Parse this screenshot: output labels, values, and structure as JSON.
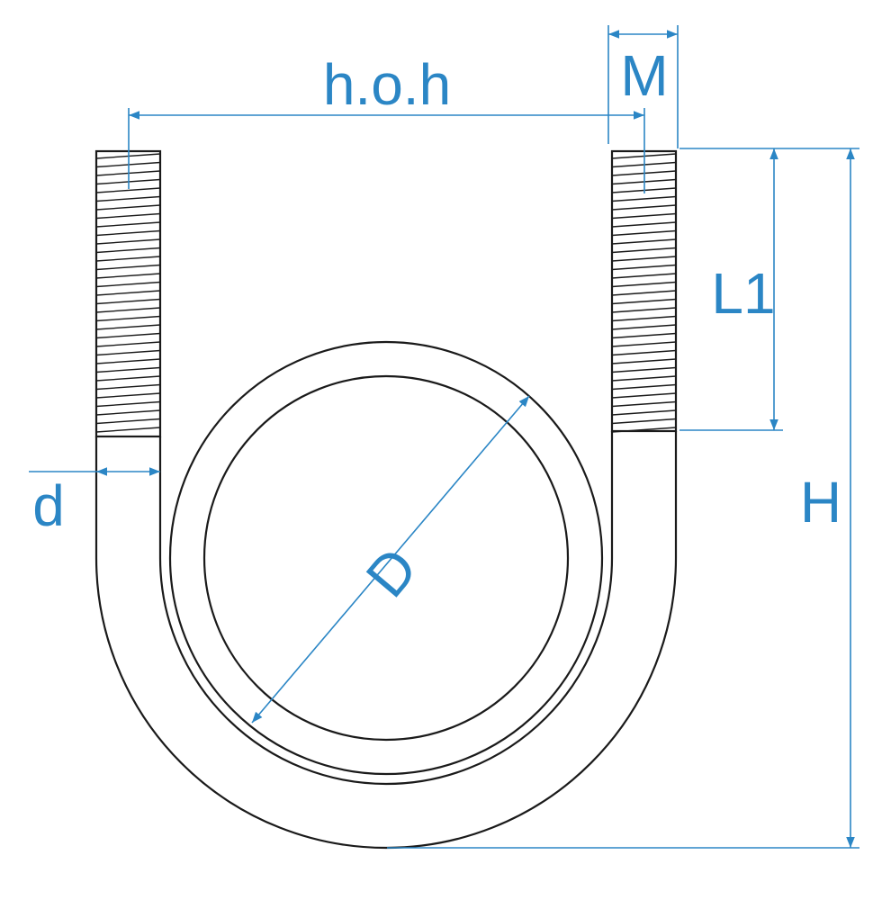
{
  "dimension_labels": {
    "hoh": "h.o.h",
    "m": "M",
    "l1": "L1",
    "h": "H",
    "d": "d",
    "diameter": "D"
  },
  "colors": {
    "outline": "#1a1a1a",
    "dimension": "#2b86c5",
    "background": "#ffffff"
  }
}
